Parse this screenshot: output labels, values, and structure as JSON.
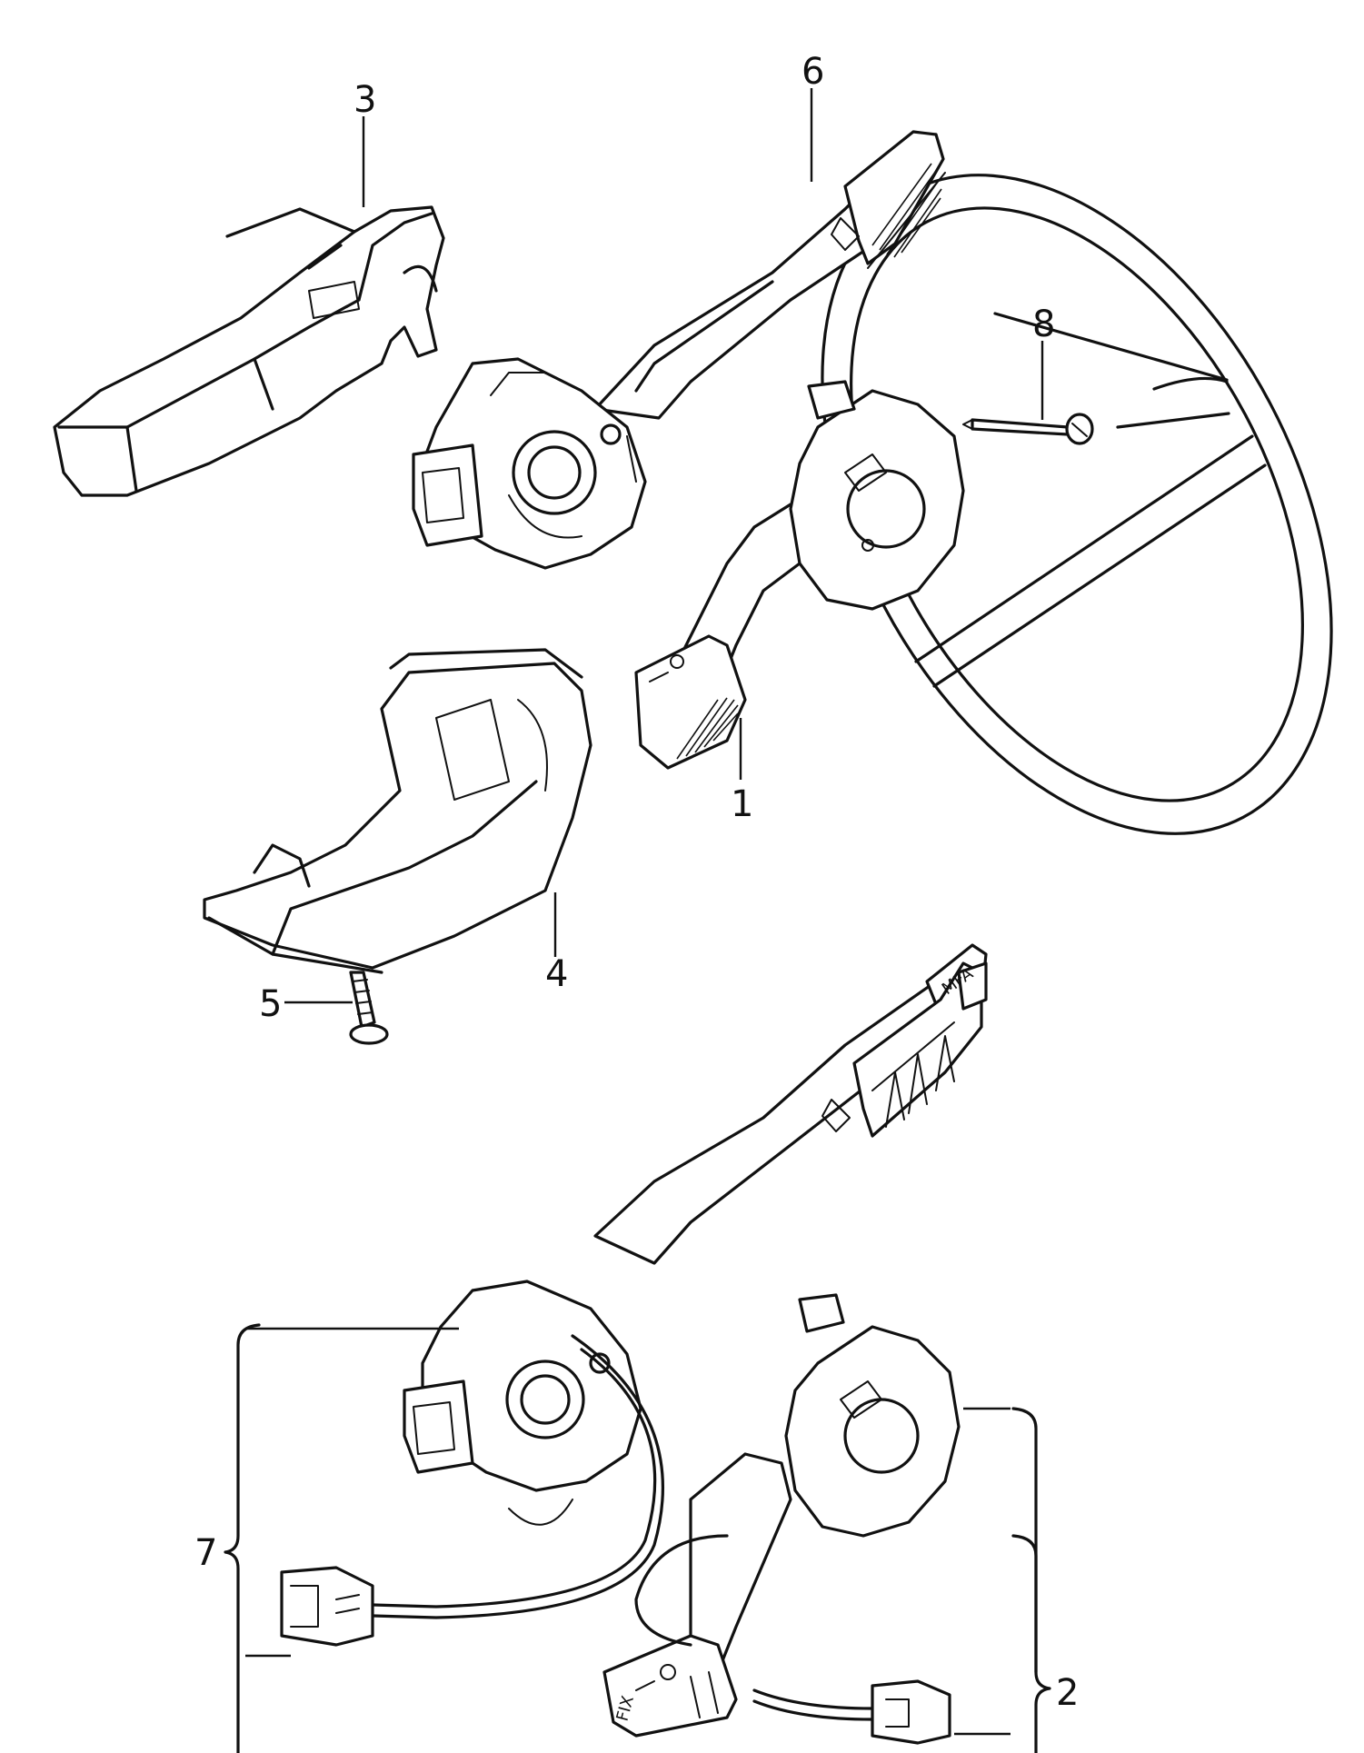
{
  "callouts": {
    "c1": "1",
    "c2": "2",
    "c3": "3",
    "c4": "4",
    "c5": "5",
    "c6": "6",
    "c7": "7",
    "c8": "8"
  },
  "switch_markings": {
    "mfa": "MFA",
    "fix": "FIX"
  }
}
